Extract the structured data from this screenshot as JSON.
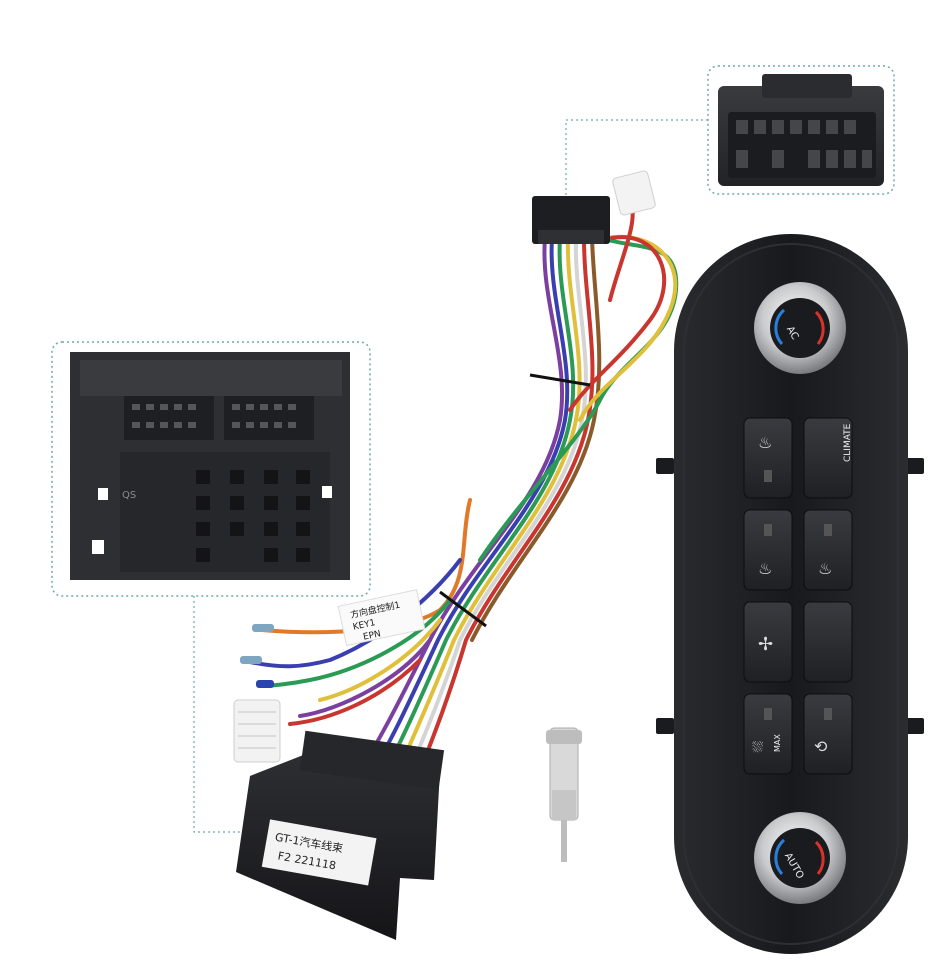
{
  "panel": {
    "knob_top_label": "AC",
    "knob_bottom_label": "AUTO",
    "climate_label": "CLIMATE",
    "max_label": "MAX"
  },
  "harness": {
    "tag_text": "KEY1",
    "tag_subtext": "方向盘控制1",
    "tag_text2": "EPN",
    "box_label_line1": "GT-1汽车线束",
    "box_label_line2": "F2 221118"
  },
  "callouts": {
    "left_plug_marking": "QS"
  },
  "colors": {
    "panel": "#1c1d20",
    "connector": "#2a2b2e",
    "callout_border": "#6fa9a9"
  }
}
